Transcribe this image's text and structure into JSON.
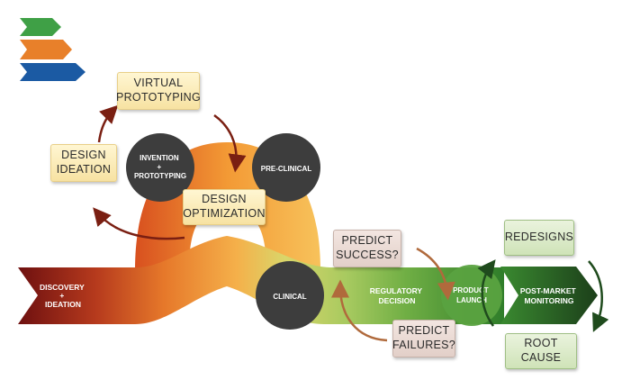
{
  "diagram": {
    "logo": {
      "name": "chevron-logo",
      "colors": [
        "#3fa046",
        "#e8802a",
        "#1b5aa3"
      ]
    },
    "stages": {
      "discovery": "DISCOVERY\n+\nIDEATION",
      "invention": "INVENTION\n+\nPROTOTYPING",
      "preclinical": "PRE-CLINICAL",
      "clinical": "CLINICAL",
      "regulatory": "REGULATORY\nDECISION",
      "product_launch": "PRODUCT\nLAUNCH",
      "post_market": "POST-MARKET\nMONITORING"
    },
    "boxes": {
      "virtual_prototyping": "VIRTUAL\nPROTOTYPING",
      "design_ideation": "DESIGN\nIDEATION",
      "design_optimization": "DESIGN\nOPTIMIZATION",
      "predict_success": "PREDICT\nSUCCESS?",
      "predict_failures": "PREDICT\nFAILURES?",
      "redesigns": "REDESIGNS",
      "root_cause": "ROOT CAUSE"
    },
    "colors": {
      "dark_red": "#7a1512",
      "orange": "#e8802a",
      "light_orange": "#f5b54a",
      "light_green": "#a9cc62",
      "green": "#3c8b2f",
      "dark_green": "#1f4b1d",
      "node_gray": "#3d3d3d",
      "arrow_red": "#7a1f12",
      "arrow_brown": "#b06a3c"
    }
  }
}
